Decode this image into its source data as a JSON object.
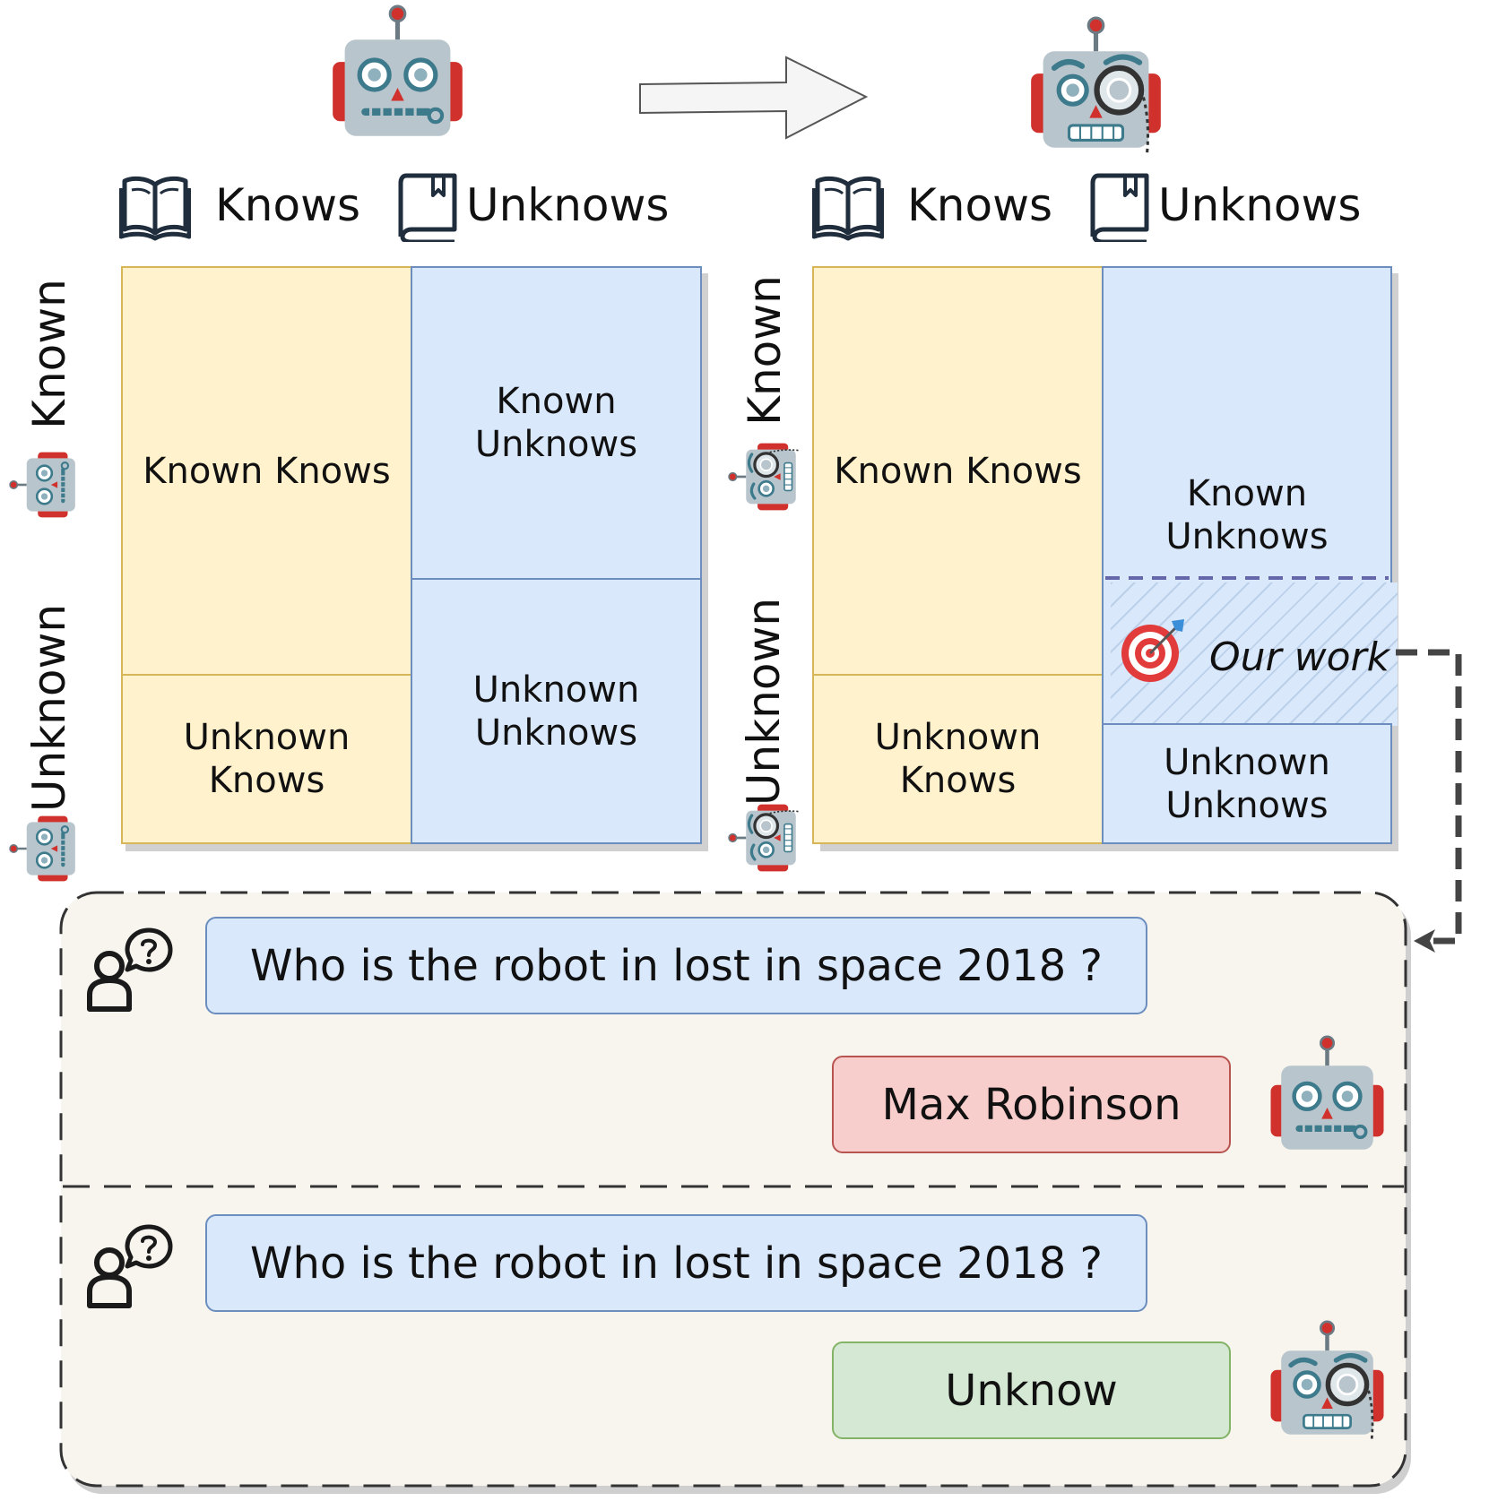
{
  "legend": {
    "left": {
      "knows": "Knows",
      "unknows": "Unknows"
    },
    "right": {
      "knows": "Knows",
      "unknows": "Unknows"
    }
  },
  "left_matrix": {
    "row_known": "Known",
    "row_unknown": "Unknown",
    "known_knows": "Known Knows",
    "known_unknows": "Known\nUnknows",
    "unknown_knows": "Unknown\nKnows",
    "unknown_unknows": "Unknown\nUnknows"
  },
  "right_matrix": {
    "row_known": "Known",
    "row_unknown": "Unknown",
    "known_knows": "Known Knows",
    "known_unknows": "Known\nUnknows",
    "our_work": "Our work",
    "unknown_knows": "Unknown\nKnows",
    "unknown_unknows": "Unknown\nUnknows"
  },
  "dialog": {
    "top": {
      "question": "Who is the robot in lost in space 2018 ?",
      "answer": "Max Robinson"
    },
    "bottom": {
      "question": "Who is the robot in lost in space 2018 ?",
      "answer": "Unknow"
    }
  },
  "colors": {
    "yellow_fill": "#fff2cc",
    "yellow_border": "#d6b656",
    "blue_fill": "#dae8fc",
    "blue_border": "#6c8ebf",
    "red_fill": "#f8cecc",
    "green_fill": "#d5e8d4",
    "panel_fill": "#f7f5ee",
    "robot_red": "#d0312d",
    "robot_grey": "#b9c5cc"
  },
  "icons": [
    "robot-icon",
    "monocle-robot-icon",
    "arrow-right-icon",
    "open-book-icon",
    "closed-book-icon",
    "target-icon",
    "user-question-icon"
  ]
}
